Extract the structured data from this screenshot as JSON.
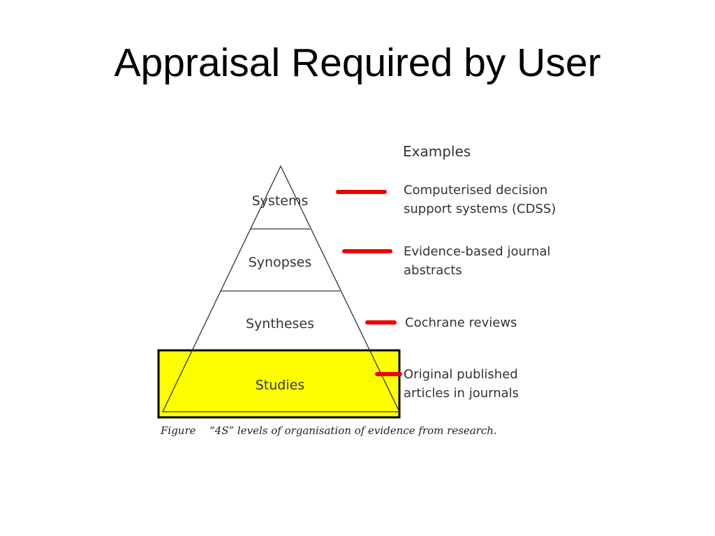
{
  "slide": {
    "title": "Appraisal Required by User"
  },
  "figure": {
    "examples_heading": "Examples",
    "levels": [
      {
        "name": "Systems",
        "example_lines": [
          "Computerised decision",
          "support systems (CDSS)"
        ]
      },
      {
        "name": "Synopses",
        "example_lines": [
          "Evidence-based journal",
          "abstracts"
        ]
      },
      {
        "name": "Syntheses",
        "example_lines": [
          "Cochrane reviews"
        ]
      },
      {
        "name": "Studies",
        "example_lines": [
          "Original published",
          "articles in journals"
        ],
        "highlighted": true
      }
    ],
    "caption_label": "Figure",
    "caption_text": "“4S” levels of organisation of evidence from research.",
    "colors": {
      "highlight_fill": "#ffff00",
      "connector": "#ee0000",
      "outline": "#000000"
    }
  }
}
